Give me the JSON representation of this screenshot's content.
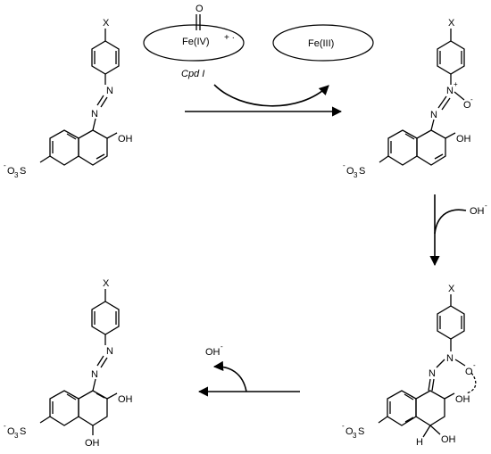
{
  "labels": {
    "X": "X",
    "N": "N",
    "O": "O",
    "OH": "OH",
    "H": "H",
    "minus": "-",
    "O3S_left": "O",
    "O3S_sub": "3",
    "O3S_right": "S",
    "radical_cation": "+ ·"
  },
  "enzyme": {
    "cpd_i": "Fe(IV)",
    "cpd_i_name": "Cpd I",
    "resting": "Fe(III)",
    "oxo": "O"
  },
  "reagents": {
    "hydroxide_in": "OH",
    "hydroxide_out": "OH",
    "charge": "-"
  },
  "colors": {
    "ink": "#000000",
    "background": "#ffffff"
  }
}
